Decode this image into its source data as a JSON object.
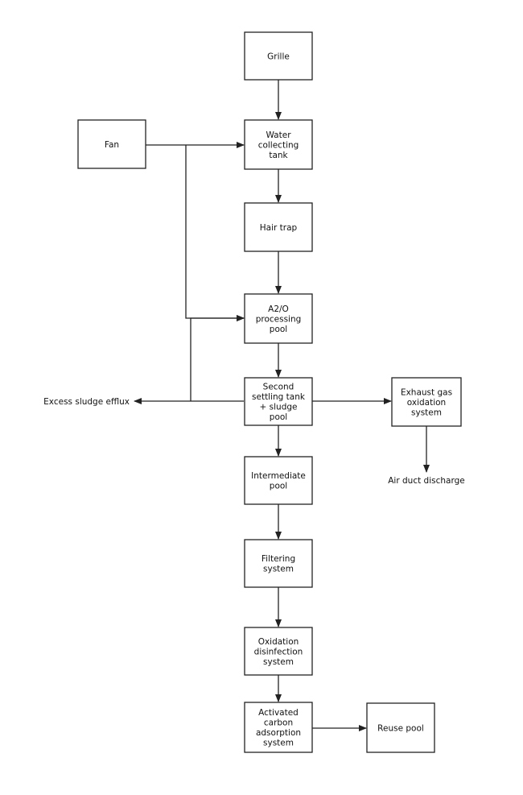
{
  "diagram": {
    "nodes": {
      "grille": [
        "Grille"
      ],
      "collecting": [
        "Water",
        "collecting",
        "tank"
      ],
      "fan": [
        "Fan"
      ],
      "hairtrap": [
        "Hair  trap"
      ],
      "a2o": [
        "A2/O",
        "processing",
        "pool"
      ],
      "settling": [
        "Second",
        "settling tank",
        "+  sludge",
        "pool"
      ],
      "exhaust": [
        "Exhaust  gas",
        "oxidation",
        "system"
      ],
      "intermediate": [
        "Intermediate",
        "pool"
      ],
      "filtering": [
        "Filtering",
        "system"
      ],
      "oxidation": [
        "Oxidation",
        "disinfection",
        "system"
      ],
      "activated": [
        "Activated",
        "carbon",
        "adsorption",
        "system"
      ],
      "reuse": [
        "Reuse pool"
      ]
    },
    "terminals": {
      "sludge_efflux": "Excess  sludge  efflux",
      "air_duct": "Air  duct  discharge"
    },
    "edges": [
      [
        "grille",
        "collecting"
      ],
      [
        "fan",
        "collecting"
      ],
      [
        "fan",
        "a2o"
      ],
      [
        "collecting",
        "hairtrap"
      ],
      [
        "hairtrap",
        "a2o"
      ],
      [
        "a2o",
        "settling"
      ],
      [
        "settling",
        "a2o"
      ],
      [
        "settling",
        "sludge_efflux"
      ],
      [
        "settling",
        "exhaust"
      ],
      [
        "exhaust",
        "air_duct"
      ],
      [
        "settling",
        "intermediate"
      ],
      [
        "intermediate",
        "filtering"
      ],
      [
        "filtering",
        "oxidation"
      ],
      [
        "oxidation",
        "activated"
      ],
      [
        "activated",
        "reuse"
      ]
    ]
  }
}
